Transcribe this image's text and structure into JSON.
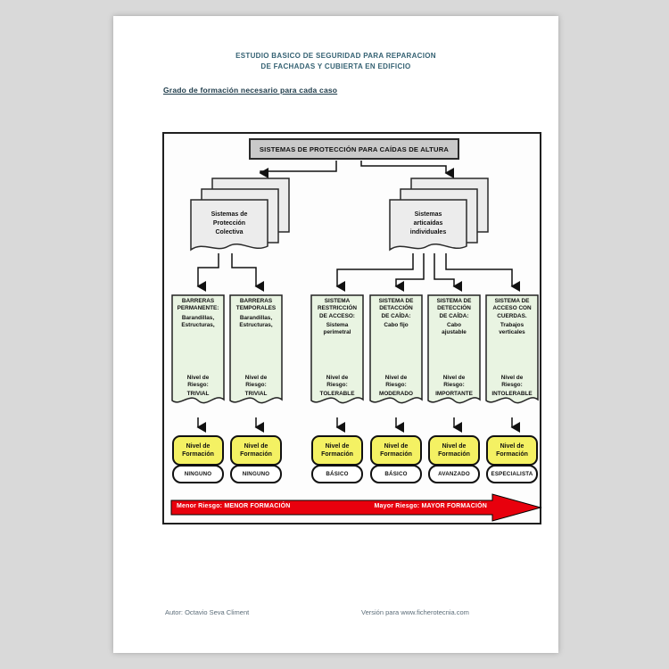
{
  "header": {
    "title_line1": "ESTUDIO BASICO DE SEGURIDAD PARA REPARACION",
    "title_line2": "DE FACHADAS Y CUBIERTA EN EDIFICIO",
    "subtitle": "Grado de formación necesario para cada caso"
  },
  "diagram": {
    "root": "SISTEMAS DE PROTECCIÓN PARA CAÍDAS DE ALTURA",
    "branches": [
      {
        "label": "Sistemas de\nProtección\nColectiva"
      },
      {
        "label": "Sistemas\narticaídas\nindividuales"
      }
    ],
    "columns": [
      {
        "system": "BARRERAS\nPERMANENTE:",
        "detail": "Barandillas,\nEstructuras,",
        "risk_label": "Nivel de\nRiesgo:",
        "risk": "TRIVIAL",
        "formation_label": "Nivel de\nFormación",
        "formation": "NINGUNO"
      },
      {
        "system": "BARRERAS\nTEMPORALES",
        "detail": "Barandillas,\nEstructuras,",
        "risk_label": "Nivel de\nRiesgo:",
        "risk": "TRIVIAL",
        "formation_label": "Nivel de\nFormación",
        "formation": "NINGUNO"
      },
      {
        "system": "SISTEMA\nRESTRICCIÓN\nDE ACCESO:",
        "detail": "Sistema\nperimetral",
        "risk_label": "Nivel de\nRiesgo:",
        "risk": "TOLERABLE",
        "formation_label": "Nivel de\nFormación",
        "formation": "BÁSICO"
      },
      {
        "system": "SISTEMA DE\nDETACCIÓN\nDE CAÍDA:",
        "detail": "Cabo fijo",
        "risk_label": "Nivel de\nRiesgo:",
        "risk": "MODERADO",
        "formation_label": "Nivel de\nFormación",
        "formation": "BÁSICO"
      },
      {
        "system": "SISTEMA DE\nDETECCIÓN\nDE CAÍDA:",
        "detail": "Cabo\najustable",
        "risk_label": "Nivel de\nRiesgo:",
        "risk": "IMPORTANTE",
        "formation_label": "Nivel de\nFormación",
        "formation": "AVANZADO"
      },
      {
        "system": "SISTEMA DE\nACCESO CON\nCUERDAS.",
        "detail": "Trabajos\nverticales",
        "risk_label": "Nivel de\nRiesgo:",
        "risk": "INTOLERABLE",
        "formation_label": "Nivel de\nFormación",
        "formation": "ESPECIALISTA"
      }
    ],
    "risk_arrow": {
      "left": "Menor Riesgo: MENOR FORMACIÓN",
      "right": "Mayor Riesgo: MAYOR FORMACIÓN"
    }
  },
  "footer": {
    "author": "Autor: Octavio Seva Climent",
    "version": "Versión para www.ficherotecnia.com"
  },
  "colors": {
    "title_color": "#356273",
    "subtitle_color": "#1c3a49",
    "root_fill": "#c9c9c9",
    "banner_fill": "#e9f4e2",
    "stack_fill": "#ececec",
    "formation_fill": "#f4f163",
    "arrow_fill": "#e8000d",
    "footer_color": "#5c6d79"
  }
}
